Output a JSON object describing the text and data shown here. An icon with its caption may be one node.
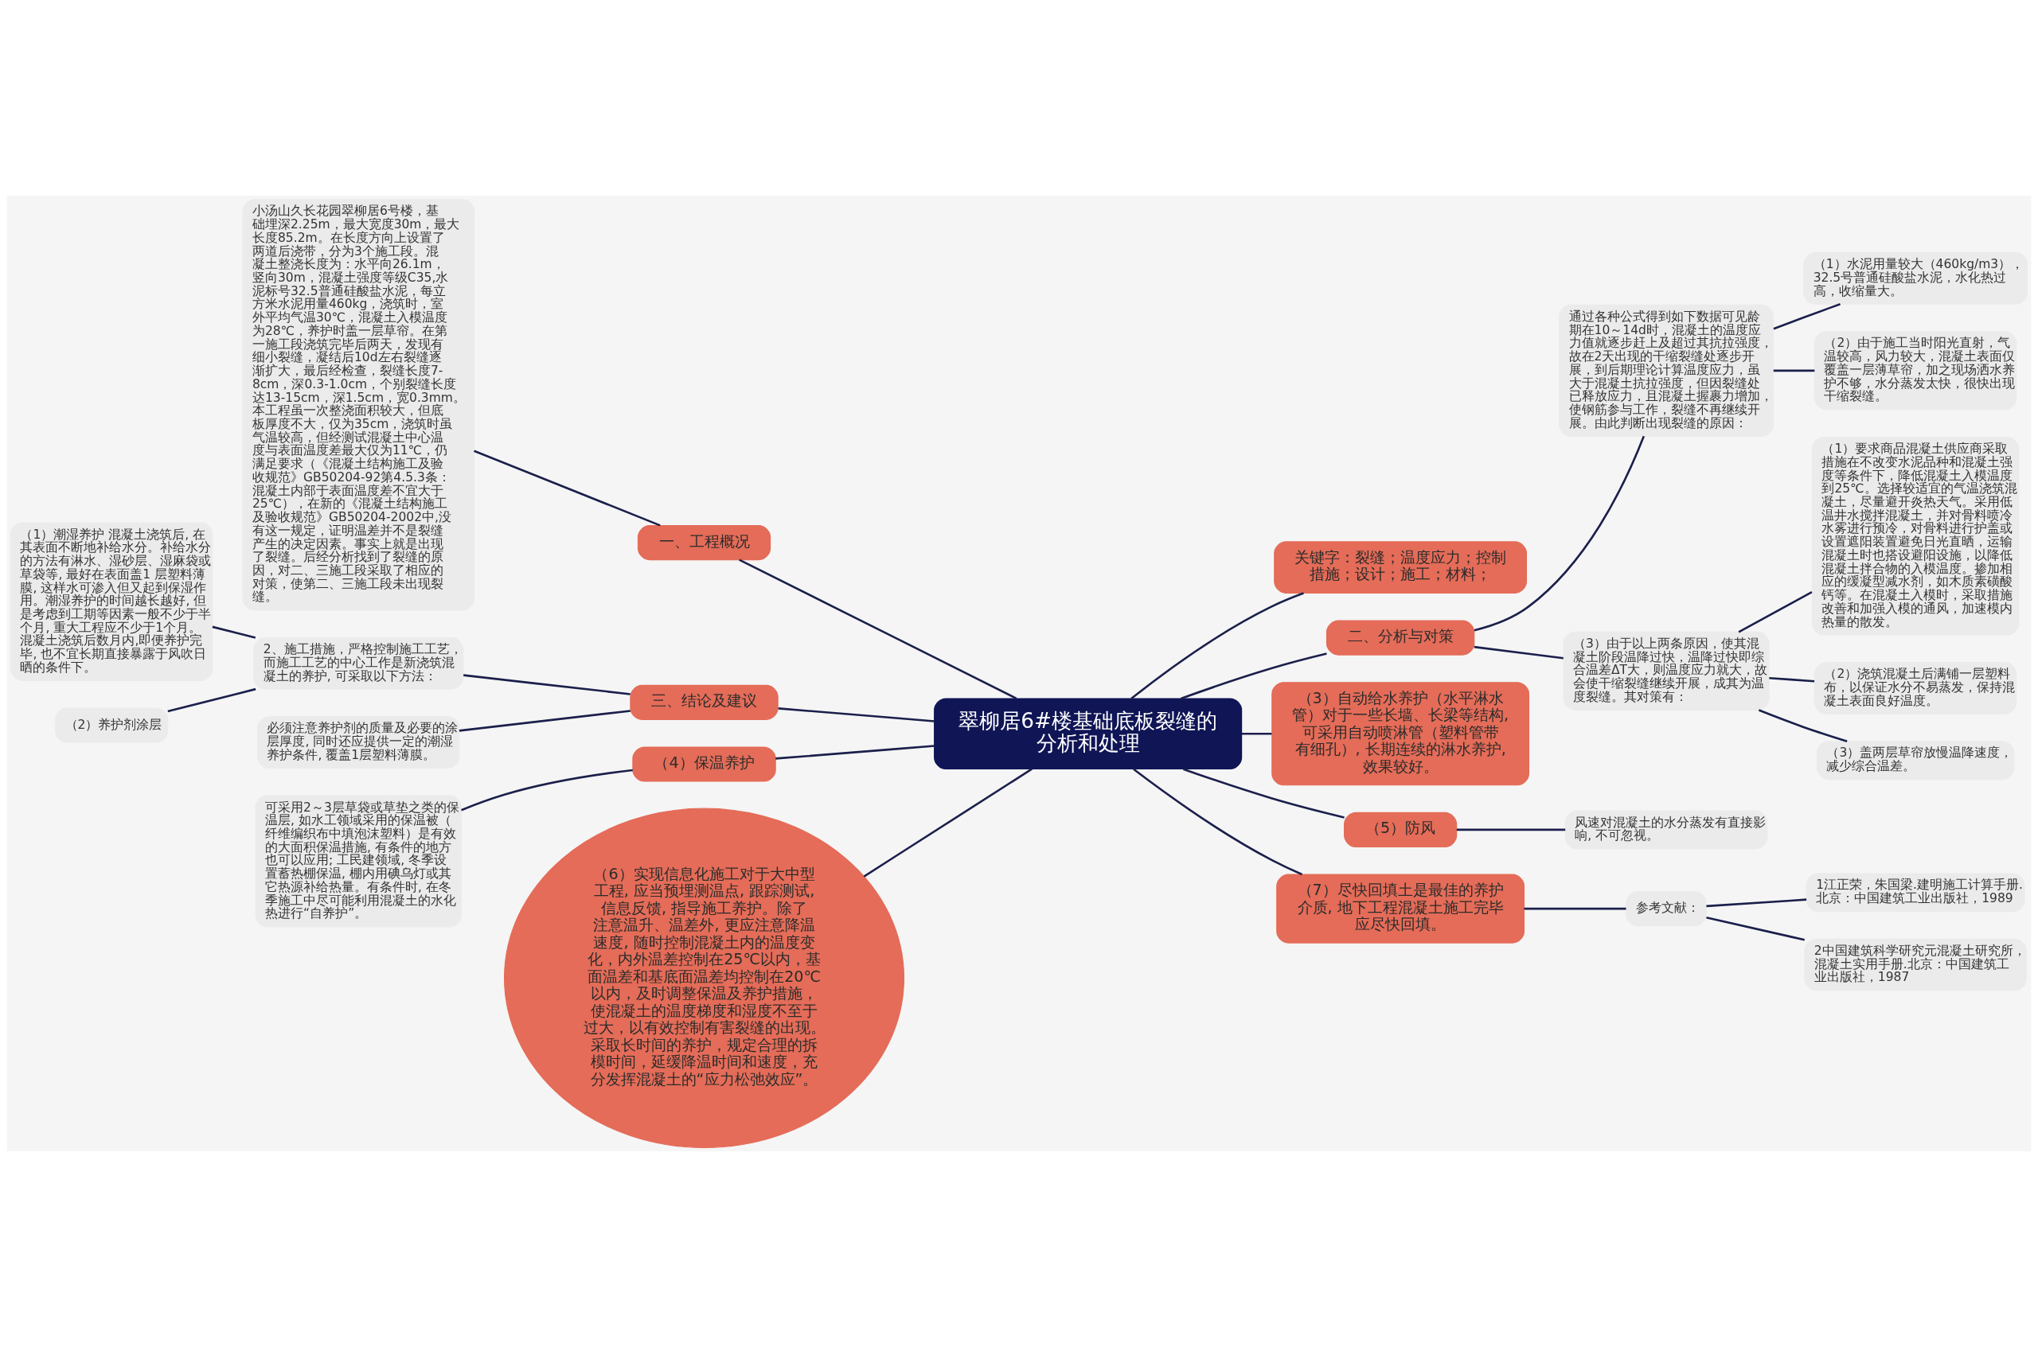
{
  "diagram": {
    "nodes": [
      {
        "text": [
          "翠柳居6#楼基础底板裂缝的分析和处理"
        ]
      },
      {
        "text": [
          "关键字：裂缝；温度应力；控制措施；设计；施工；材料；"
        ]
      },
      {
        "text": [
          "一、工程概况"
        ]
      },
      {
        "text": [
          "小汤山久长花园翠柳居6号楼，基础埋深2.25m，最大宽度30m，最大长度85.2m。在长度方向上设置了两道后浇带，分为3个施工段。混凝土整浇长度为：水平向26.1m，竖向30m，混凝土强度等级C35,水泥标号32.5普通硅酸盐水泥，每立方米水泥用量460kg，浇筑时，室外平均气温30℃，混凝土入模温度为28℃，养护时盖一层草帘。在第一施工段浇筑完毕后两天，发现有细小裂缝，凝结后10d左右裂缝逐渐扩大，最后经检查，裂缝长度7-8cm，深0.3-1.0cm，个别裂缝长度达13-15cm，深1.5cm，宽0.3mm。本工程虽一次整浇面积较大，但底板厚度不大，仅为35cm，浇筑时虽气温较高，但经测试混凝土中心温度与表面温度差最大仅为11℃，仍满足要求（《混凝土结构施工及验收规范》GB50204-92第4.5.3条：混凝土内部于表面温度差不宜大于25℃），在新的《混凝土结构施工及验收规范》GB50204-2002中,没有这一规定，证明温差并不是裂缝产生的决定因素。事实上就是出现了裂缝。后经分析找到了裂缝的原因，对二、三施工段采取了相应的对策，使第二、三施工段未出现裂缝。"
        ]
      },
      {
        "text": [
          "二、分析与对策"
        ]
      },
      {
        "text": [
          "通过各种公式得到如下数据可见龄期在10～14d时，混凝土的温度应力值就逐步赶上及超过其抗拉强度，故在2天出现的干缩裂缝处逐步开展，到后期理论计算温度应力，虽大于混凝土抗拉强度，但因裂缝处已释放应力，且混凝土握裹力增加，使钢筋参与工作，裂缝不再继续开展。由此判断出现裂缝的原因："
        ]
      },
      {
        "text": [
          "（1）水泥用量较大（460kg/m3），32.5号普通硅酸盐水泥，水化热过高，收缩量大。"
        ]
      },
      {
        "text": [
          "（2）由于施工当时阳光直射，气温较高，风力较大，混凝土表面仅覆盖一层薄草帘，加之现场洒水养护不够，水分蒸发太快，很快出现干缩裂缝。"
        ]
      },
      {
        "text": [
          "（3）由于以上两条原因，使其混凝土阶段温降过快，温降过快即综合温差ΔT大，则温度应力就大，故会使干缩裂缝继续开展，成其为温度裂缝。其对策有："
        ]
      },
      {
        "text": [
          "（1）要求商品混凝土供应商采取措施在不改变水泥品种和混凝土强度等条件下，降低混凝土入模温度到25℃。选择较适宜的气温浇筑混凝土，尽量避开炎热天气。采用低温井水搅拌混凝土，并对骨料喷冷水雾进行预冷，对骨料进行护盖或设置遮阳装置避免日光直晒，运输混凝土时也搭设避阳设施，以降低混凝土拌合物的入模温度。掺加相应的缓凝型减水剂，如木质素磺酸钙等。在混凝土入模时，采取措施改善和加强入模的通风，加速模内热量的散发。"
        ]
      },
      {
        "text": [
          "（2）浇筑混凝土后满铺一层塑料布，以保证水分不易蒸发，保持混凝土表面良好温度。"
        ]
      },
      {
        "text": [
          "（3）盖两层草帘放慢温降速度，减少综合温差。"
        ]
      },
      {
        "text": [
          "三、结论及建议"
        ]
      },
      {
        "text": [
          "2、施工措施，严格控制施工工艺，而施工工艺的中心工作是新浇筑混凝土的养护, 可采取以下方法："
        ]
      },
      {
        "text": [
          "（1）潮湿养护 混凝土浇筑后, 在其表面不断地补给水分。补给水分的方法有淋水、湿砂层、湿麻袋或草袋等, 最好在表面盖1 层塑料薄膜, 这样水可渗入但又起到保湿作用。潮湿养护的时间越长越好, 但是考虑到工期等因素一般不少于半个月, 重大工程应不少于1个月。混凝土浇筑后数月内,即便养护完毕, 也不宜长期直接暴露于风吹日晒的条件下。"
        ]
      },
      {
        "text": [
          "（2）养护剂涂层"
        ]
      },
      {
        "text": [
          "必须注意养护剂的质量及必要的涂层厚度, 同时还应提供一定的潮湿养护条件, 覆盖1层塑料薄膜。"
        ]
      },
      {
        "text": [
          "（4）保温养护"
        ]
      },
      {
        "text": [
          "可采用2～3层草袋或草垫之类的保温层, 如水工领域采用的保温被（纤维编织布中填泡沫塑料）是有效的大面积保温措施, 有条件的地方也可以应用; 工民建领域, 冬季设置蓄热棚保温, 棚内用碘乌灯或其它热源补给热量。有条件时, 在冬季施工中尽可能利用混凝土的水化热进行“自养护”。"
        ]
      },
      {
        "text": [
          "（3）自动给水养护（水平淋水管）对于一些长墙、长梁等结构, 可采用自动喷淋管（塑料管带有细孔）, 长期连续的淋水养护, 效果较好。"
        ]
      },
      {
        "text": [
          "（6）实现信息化施工对于大中型工程, 应当预埋测温点, 跟踪测试, 信息反馈, 指导施工养护。除了注意温升、温差外, 更应注意降温速度, 随时控制混凝土内的温度变化，内外温差控制在25℃以内，基面温差和基底面温差均控制在20℃以内，及时调整保温及养护措施，使混凝土的温度梯度和湿度不至于过大，以有效控制有害裂缝的出现。采取长时间的养护，规定合理的拆模时间，延缓降温时间和速度，充分发挥混凝土的“应力松弛效应”。"
        ]
      },
      {
        "text": [
          "（5）防风"
        ]
      },
      {
        "text": [
          "风速对混凝土的水分蒸发有直接影响, 不可忽视。"
        ]
      },
      {
        "text": [
          "（7）尽快回填土是最佳的养护介质, 地下工程混凝土施工完毕应尽快回填。"
        ]
      },
      {
        "text": [
          "参考文献："
        ]
      },
      {
        "text": [
          "1江正荣，朱国梁.建明施工计算手册.北京：中国建筑工业出版社，1989"
        ]
      },
      {
        "text": [
          "2中国建筑科学研究元混凝土研究所，混凝土实用手册.北京：中国建筑工业出版社，1987"
        ]
      }
    ],
    "edges": [
      {
        "from": 0,
        "to": 1,
        "arrow": "none"
      },
      {
        "from": 0,
        "to": 2,
        "arrow": "none"
      },
      {
        "from": 2,
        "to": 3,
        "arrow": "none"
      },
      {
        "from": 0,
        "to": 4,
        "arrow": "none"
      },
      {
        "from": 4,
        "to": 5,
        "arrow": "none"
      },
      {
        "from": 5,
        "to": 6,
        "arrow": "none"
      },
      {
        "from": 5,
        "to": 7,
        "arrow": "none"
      },
      {
        "from": 4,
        "to": 8,
        "arrow": "none"
      },
      {
        "from": 8,
        "to": 9,
        "arrow": "none"
      },
      {
        "from": 8,
        "to": 10,
        "arrow": "none"
      },
      {
        "from": 8,
        "to": 11,
        "arrow": "none"
      },
      {
        "from": 0,
        "to": 12,
        "arrow": "none"
      },
      {
        "from": 12,
        "to": 13,
        "arrow": "none"
      },
      {
        "from": 13,
        "to": 14,
        "arrow": "none"
      },
      {
        "from": 13,
        "to": 15,
        "arrow": "none"
      },
      {
        "from": 12,
        "to": 16,
        "arrow": "none"
      },
      {
        "from": 0,
        "to": 17,
        "arrow": "none"
      },
      {
        "from": 17,
        "to": 18,
        "arrow": "none"
      },
      {
        "from": 0,
        "to": 19,
        "arrow": "none"
      },
      {
        "from": 0,
        "to": 20,
        "arrow": "none"
      },
      {
        "from": 0,
        "to": 21,
        "arrow": "none"
      },
      {
        "from": 21,
        "to": 22,
        "arrow": "none"
      },
      {
        "from": 0,
        "to": 23,
        "arrow": "none"
      },
      {
        "from": 23,
        "to": 24,
        "arrow": "none"
      },
      {
        "from": 24,
        "to": 25,
        "arrow": "none"
      },
      {
        "from": 24,
        "to": 26,
        "arrow": "none"
      }
    ]
  }
}
